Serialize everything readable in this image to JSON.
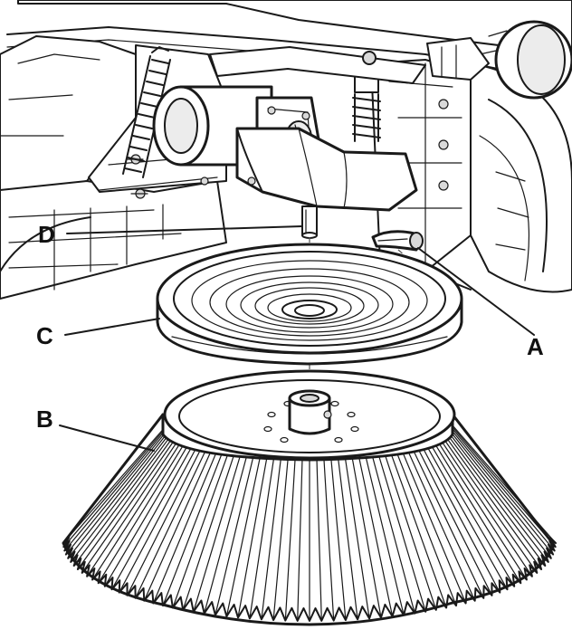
{
  "labels": {
    "a": "A",
    "b": "B",
    "c": "C",
    "d": "D"
  },
  "colors": {
    "line": "#1a1a1a",
    "shade": "#d9d9d9",
    "background": "#ffffff"
  }
}
